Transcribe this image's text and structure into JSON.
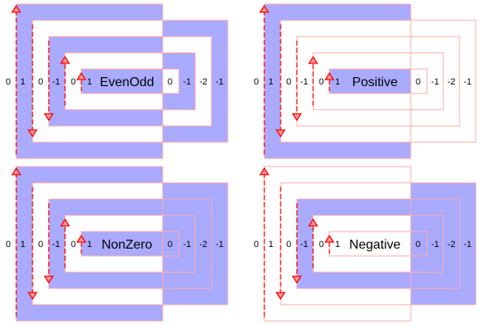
{
  "panels": [
    {
      "id": "evenodd",
      "name": "EvenOdd",
      "winding_labels": {
        "left": [
          "0",
          "1",
          "0",
          "-1",
          "0",
          "1"
        ],
        "right": [
          "0",
          "-1",
          "-2",
          "-1"
        ]
      }
    },
    {
      "id": "positive",
      "name": "Positive",
      "winding_labels": {
        "left": [
          "0",
          "1",
          "0",
          "-1",
          "0",
          "1"
        ],
        "right": [
          "0",
          "-1",
          "-2",
          "-1"
        ]
      }
    },
    {
      "id": "nonzero",
      "name": "NonZero",
      "winding_labels": {
        "left": [
          "0",
          "1",
          "0",
          "-1",
          "0",
          "1"
        ],
        "right": [
          "0",
          "-1",
          "-2",
          "-1"
        ]
      }
    },
    {
      "id": "negative",
      "name": "Negative",
      "winding_labels": {
        "left": [
          "0",
          "1",
          "0",
          "-1",
          "0",
          "1"
        ],
        "right": [
          "0",
          "-1",
          "-2",
          "-1"
        ]
      }
    }
  ],
  "colors": {
    "fill": "#aaaaff",
    "stroke": "#ffaaaa",
    "arrow": "#ff0000",
    "arrow_head_fill": "#ff9999"
  }
}
